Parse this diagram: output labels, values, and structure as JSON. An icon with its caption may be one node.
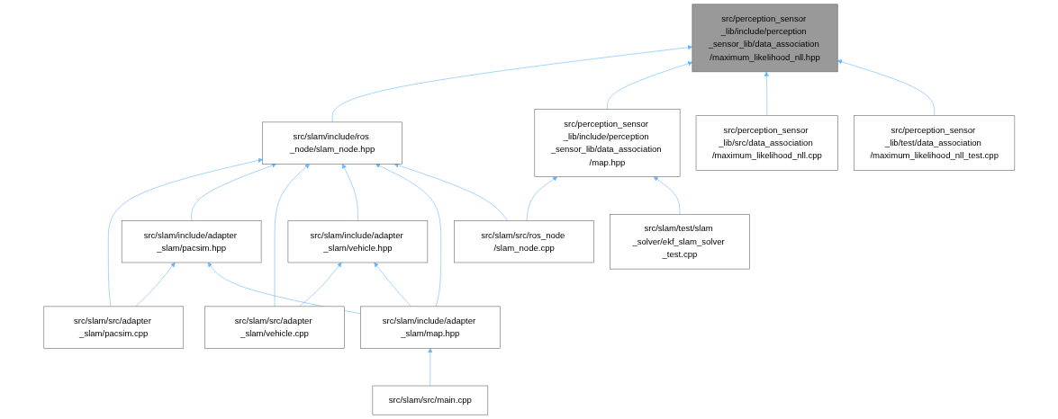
{
  "diagram": {
    "nodes": [
      {
        "text": [
          "src/perception_sensor _lib/include/perception _sensor_lib/data_association /maximum_likelihood_nll.hpp"
        ]
      },
      {
        "text": [
          "src/slam/include/ros _node/slam_node.hpp"
        ]
      },
      {
        "text": [
          "src/perception_sensor _lib/include/perception _sensor_lib/data_association /map.hpp"
        ]
      },
      {
        "text": [
          "src/perception_sensor _lib/src/data_association /maximum_likelihood_nll.cpp"
        ]
      },
      {
        "text": [
          "src/perception_sensor _lib/test/data_association /maximum_likelihood_nll_test.cpp"
        ]
      },
      {
        "text": [
          "src/slam/include/adapter _slam/pacsim.hpp"
        ]
      },
      {
        "text": [
          "src/slam/include/adapter _slam/vehicle.hpp"
        ]
      },
      {
        "text": [
          "src/slam/src/ros_node /slam_node.cpp"
        ]
      },
      {
        "text": [
          "src/slam/test/slam _solver/ekf_slam_solver _test.cpp"
        ]
      },
      {
        "text": [
          "src/slam/src/adapter _slam/pacsim.cpp"
        ]
      },
      {
        "text": [
          "src/slam/src/adapter _slam/vehicle.cpp"
        ]
      },
      {
        "text": [
          "src/slam/include/adapter _slam/map.hpp"
        ]
      },
      {
        "text": [
          "src/slam/src/main.cpp"
        ]
      }
    ],
    "edges": [
      {
        "from": 1,
        "to": 0,
        "arrow": "to"
      },
      {
        "from": 2,
        "to": 0,
        "arrow": "to"
      },
      {
        "from": 3,
        "to": 0,
        "arrow": "to"
      },
      {
        "from": 4,
        "to": 0,
        "arrow": "to"
      },
      {
        "from": 9,
        "to": 1,
        "arrow": "to"
      },
      {
        "from": 5,
        "to": 1,
        "arrow": "to"
      },
      {
        "from": 10,
        "to": 1,
        "arrow": "to"
      },
      {
        "from": 6,
        "to": 1,
        "arrow": "to"
      },
      {
        "from": 11,
        "to": 1,
        "arrow": "to"
      },
      {
        "from": 7,
        "to": 1,
        "arrow": "to"
      },
      {
        "from": 7,
        "to": 2,
        "arrow": "to"
      },
      {
        "from": 8,
        "to": 2,
        "arrow": "to"
      },
      {
        "from": 9,
        "to": 5,
        "arrow": "to"
      },
      {
        "from": 11,
        "to": 5,
        "arrow": "to"
      },
      {
        "from": 10,
        "to": 6,
        "arrow": "to"
      },
      {
        "from": 11,
        "to": 6,
        "arrow": "to"
      },
      {
        "from": 12,
        "to": 11,
        "arrow": "to"
      }
    ]
  }
}
